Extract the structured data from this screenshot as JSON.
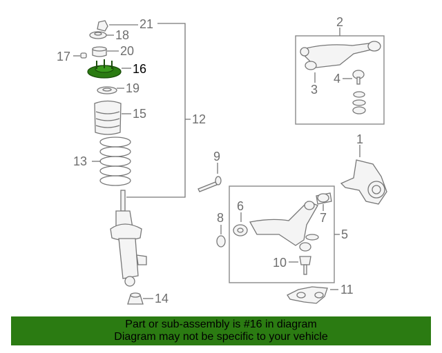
{
  "callouts": {
    "c1": "1",
    "c2": "2",
    "c3": "3",
    "c4": "4",
    "c5": "5",
    "c6": "6",
    "c7": "7",
    "c8": "8",
    "c9": "9",
    "c10": "10",
    "c11": "11",
    "c12": "12",
    "c13": "13",
    "c14": "14",
    "c15": "15",
    "c16": "16",
    "c17": "17",
    "c18": "18",
    "c19": "19",
    "c20": "20",
    "c21": "21"
  },
  "highlight": {
    "part_number": "16",
    "color": "#2b7b12"
  },
  "banner": {
    "line1": "Part or sub-assembly is #16 in diagram",
    "line2": "Diagram may not be specific to your vehicle",
    "background": "#2b7b12"
  }
}
